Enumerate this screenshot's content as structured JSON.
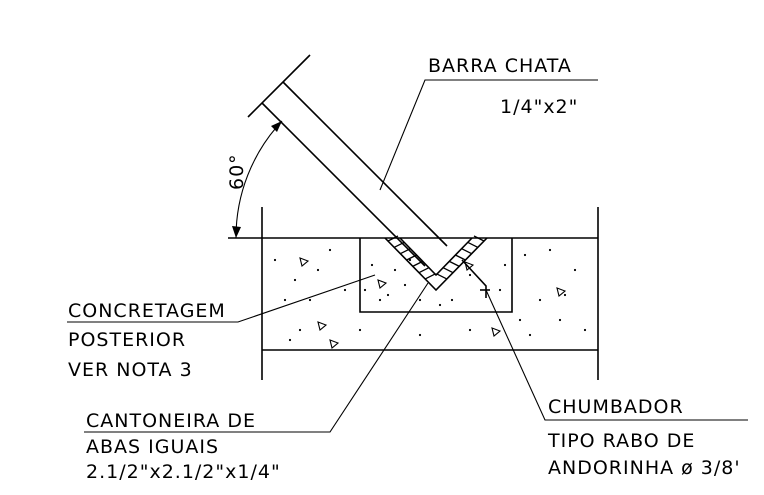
{
  "angle_label": "60°",
  "labels": {
    "barra_chata": {
      "line1": "BARRA CHATA",
      "line2": "1/4\"x2\""
    },
    "concretagem": {
      "line1": "CONCRETAGEM",
      "line2": "POSTERIOR",
      "line3": "VER NOTA 3"
    },
    "cantoneira": {
      "line1": "CANTONEIRA DE",
      "line2": "ABAS IGUAIS",
      "line3": "2.1/2\"x2.1/2\"x1/4\""
    },
    "chumbador": {
      "line1": "CHUMBADOR",
      "line2": "TIPO RABO DE",
      "line3": "ANDORINHA ø 3/8'"
    }
  },
  "colors": {
    "line": "#000000",
    "background": "#ffffff"
  }
}
